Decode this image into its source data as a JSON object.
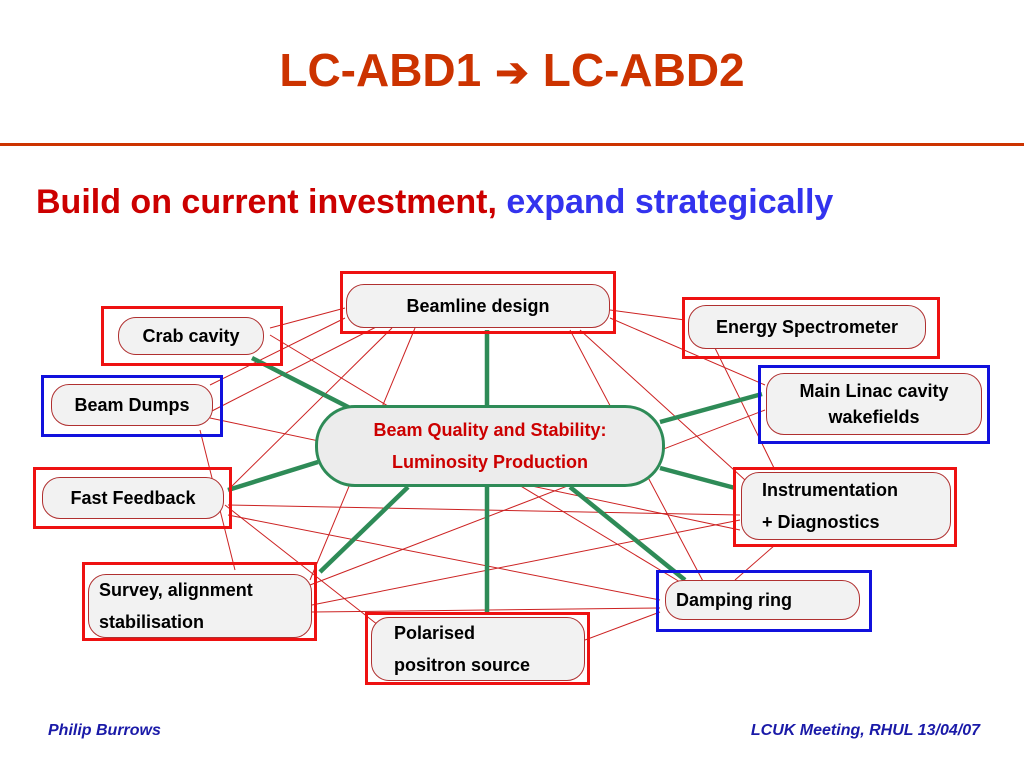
{
  "slide": {
    "title_left": "LC-ABD1",
    "title_arrow": "➔",
    "title_right": "LC-ABD2",
    "subtitle_red": "Build on current investment,",
    "subtitle_blue": "expand strategically"
  },
  "hub": {
    "line1": "Beam Quality and Stability:",
    "line2": "Luminosity Production"
  },
  "nodes": {
    "beamline": "Beamline design",
    "crab": "Crab cavity",
    "dumps": "Beam Dumps",
    "feedback": "Fast Feedback",
    "survey_l1": "Survey, alignment",
    "survey_l2": "stabilisation",
    "positron_l1": "Polarised",
    "positron_l2": "positron source",
    "damping": "Damping ring",
    "instr_l1": "Instrumentation",
    "instr_l2": "+ Diagnostics",
    "linac_l1": "Main Linac cavity",
    "linac_l2": "wakefields",
    "spectrometer": "Energy Spectrometer"
  },
  "footer": {
    "author": "Philip Burrows",
    "meeting": "LCUK Meeting, RHUL 13/04/07"
  },
  "colors": {
    "title": "#cc3300",
    "red_frame": "#ee1111",
    "blue_frame": "#1111dd",
    "hub_border": "#2e8b57",
    "thin_link": "#cc2222",
    "footer": "#1a1aa8"
  }
}
